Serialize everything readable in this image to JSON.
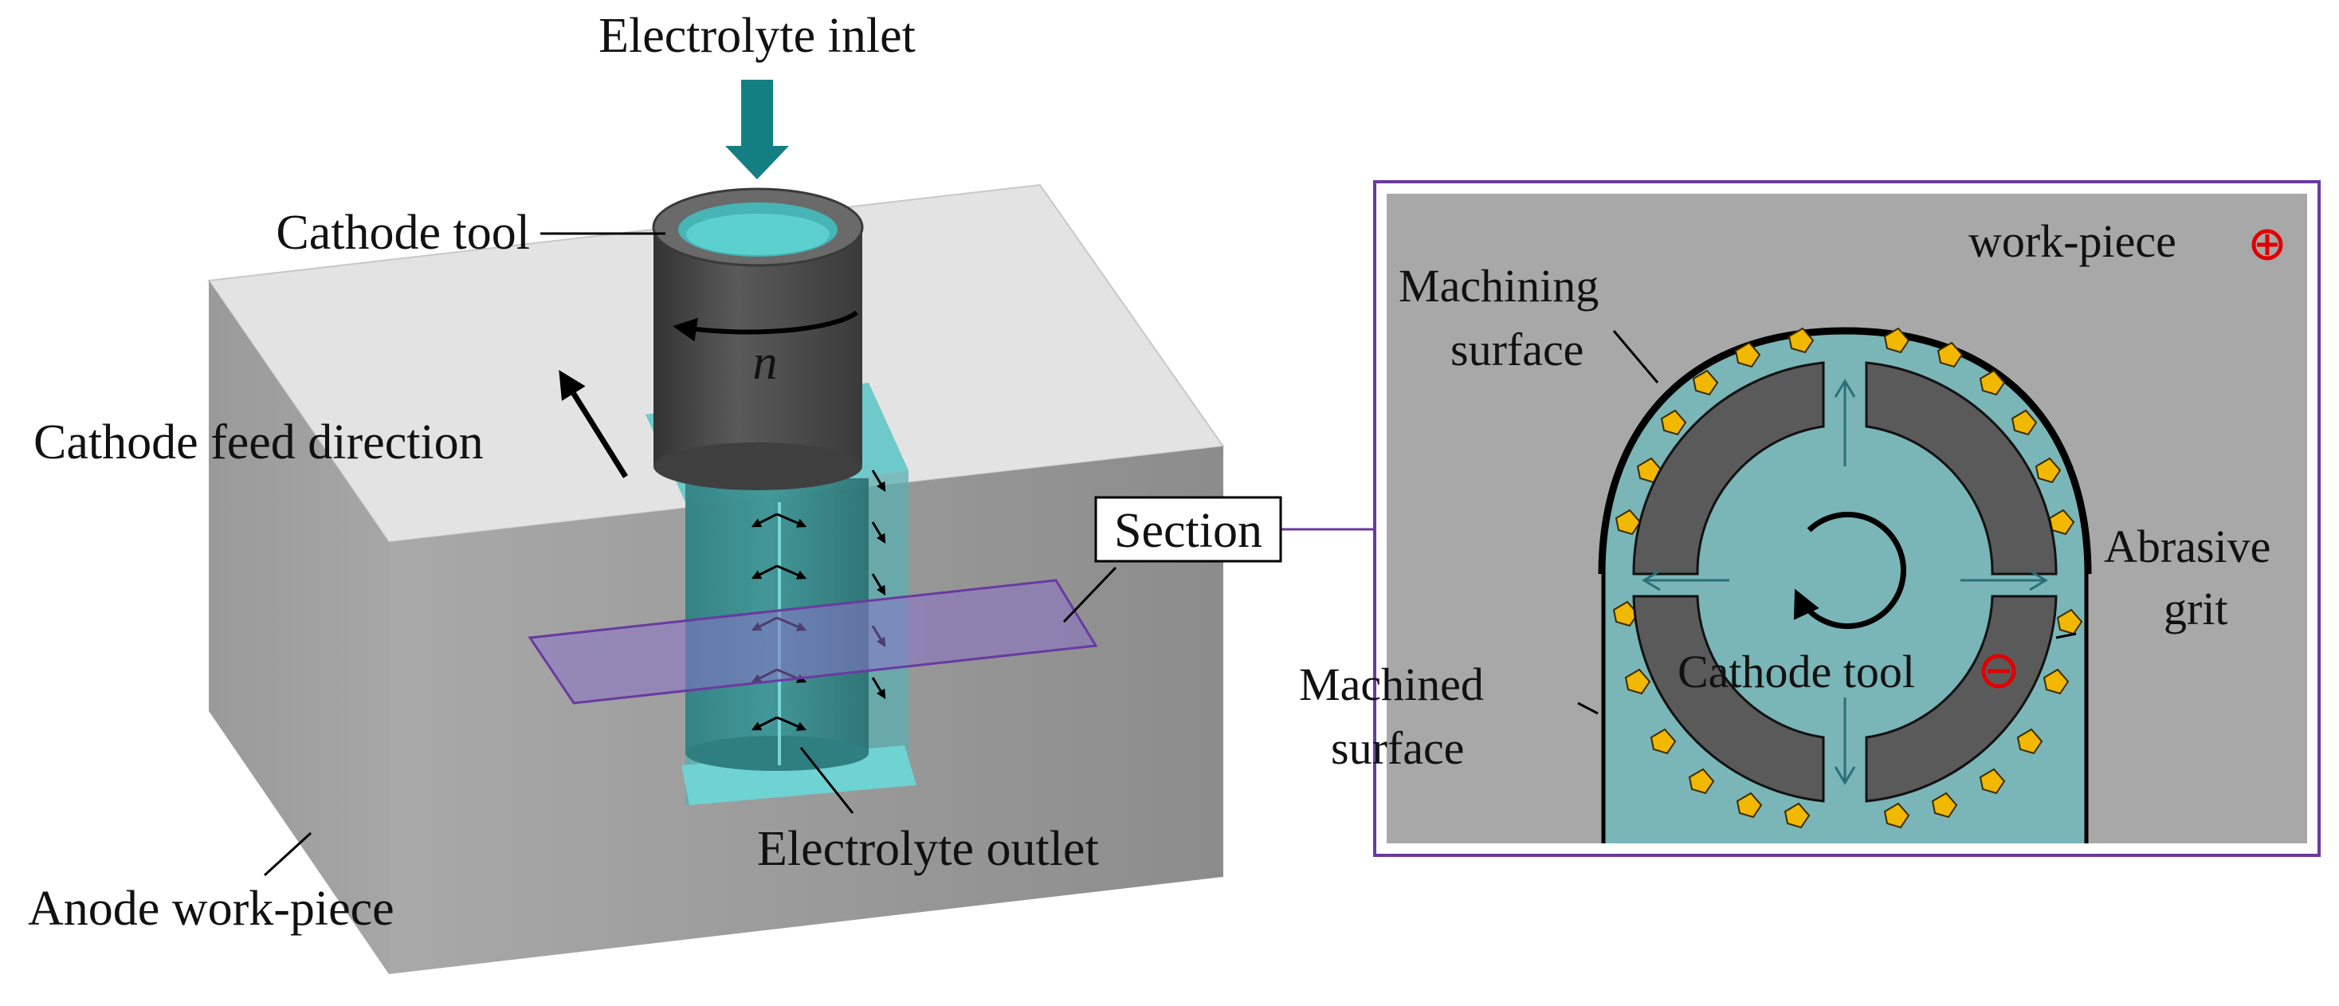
{
  "labels": {
    "electrolyte_inlet": "Electrolyte inlet",
    "cathode_tool": "Cathode tool",
    "rotation_symbol": "n",
    "cathode_feed_direction": "Cathode feed direction",
    "section": "Section",
    "electrolyte_outlet": "Electrolyte outlet",
    "anode_work_piece": "Anode work-piece",
    "work_piece": "work-piece",
    "machining_surface_line1": "Machining",
    "machining_surface_line2": "surface",
    "abrasive_grit_line1": "Abrasive",
    "abrasive_grit_line2": "grit",
    "machined_surface_line1": "Machined",
    "machined_surface_line2": "surface",
    "section_cathode_tool": "Cathode tool"
  },
  "colors": {
    "block_top": "#e2e2e2",
    "block_front": "#8a8a8a",
    "block_side": "#a8a8a8",
    "tool_dark": "#4a4a4a",
    "electrolyte": "#5fc6c6",
    "electrolyte_section": "#7ab5b7",
    "section_plane": "#8a72c8",
    "frame_border": "#6a3aa0",
    "inlet_arrow": "#147f82",
    "grit": "#f2b800",
    "polarity": "#e00000"
  },
  "icons": {
    "positive": "plus-circle-icon",
    "negative": "minus-circle-icon",
    "rotation": "rotation-arrow-icon"
  }
}
